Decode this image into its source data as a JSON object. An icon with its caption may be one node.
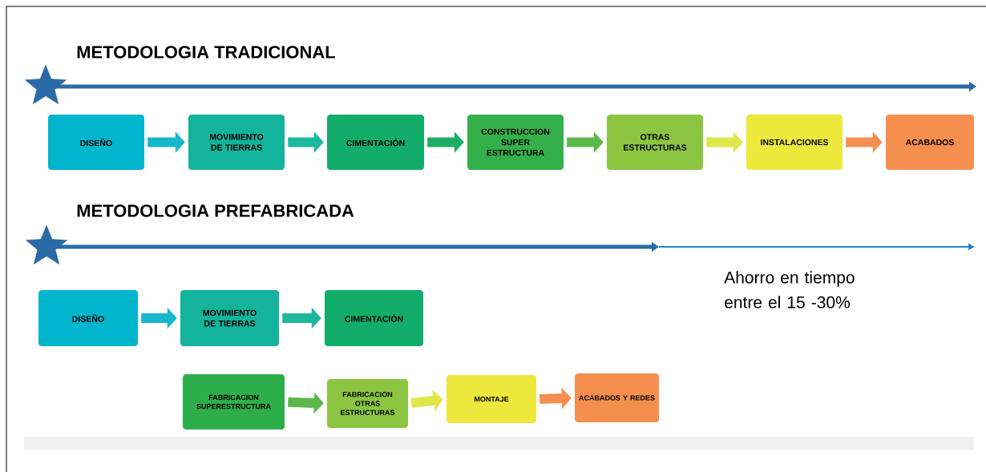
{
  "diagram": {
    "nodes": [
      {
        "text": [],
        "shape": "star"
      },
      {
        "text": [
          "DISEÑO"
        ]
      },
      {
        "text": [
          "MOVIMIENTO DE TIERRAS"
        ]
      },
      {
        "text": [
          "CIMENTACIÓN"
        ]
      },
      {
        "text": [
          "CONSTRUCCION SUPER ESTRUCTURA"
        ]
      },
      {
        "text": [
          "OTRAS ESTRUCTURAS"
        ]
      },
      {
        "text": [
          "INSTALACIONES"
        ]
      },
      {
        "text": [
          "ACABADOS"
        ]
      },
      {
        "text": [],
        "shape": "star"
      },
      {
        "text": [
          "DISEÑO"
        ]
      },
      {
        "text": [
          "MOVIMIENTO DE TIERRAS"
        ]
      },
      {
        "text": [
          "CIMENTACIÓN"
        ]
      },
      {
        "text": [
          "FABRICACION SUPERESTRUCTURA"
        ]
      },
      {
        "text": [
          "FABRICACION OTRAS ESTRUCTURAS"
        ]
      },
      {
        "text": [
          "MONTAJE"
        ]
      },
      {
        "text": [
          "ACABADOS Y REDES"
        ]
      }
    ],
    "edges": [
      {
        "from": 0,
        "to": null,
        "arrow": "to",
        "color": "#2a6aa6"
      },
      {
        "from": 1,
        "to": 2,
        "arrow": "to",
        "color": "#17b7cc"
      },
      {
        "from": 2,
        "to": 3,
        "arrow": "to",
        "color": "#1cb89c"
      },
      {
        "from": 3,
        "to": 4,
        "arrow": "to",
        "color": "#1aae62"
      },
      {
        "from": 4,
        "to": 5,
        "arrow": "to",
        "color": "#5cb84a"
      },
      {
        "from": 5,
        "to": 6,
        "arrow": "to",
        "color": "#dfe84a"
      },
      {
        "from": 6,
        "to": 7,
        "arrow": "to",
        "color": "#f58f4f"
      },
      {
        "from": 8,
        "to": null,
        "arrow": "to",
        "color": "#2a6aa6"
      },
      {
        "from": 9,
        "to": 10,
        "arrow": "to",
        "color": "#17b7cc"
      },
      {
        "from": 10,
        "to": 11,
        "arrow": "to",
        "color": "#1cb89c"
      },
      {
        "from": 12,
        "to": 13,
        "arrow": "to",
        "color": "#5cb84a"
      },
      {
        "from": 13,
        "to": 14,
        "arrow": "to",
        "color": "#dfe84a"
      },
      {
        "from": 14,
        "to": 15,
        "arrow": "to",
        "color": "#f58f4f"
      }
    ],
    "labels": [
      "METODOLOGIA TRADICIONAL",
      "METODOLOGIA PREFABRICADA",
      "Ahorro en tiempo entre el 15 -30%"
    ]
  }
}
